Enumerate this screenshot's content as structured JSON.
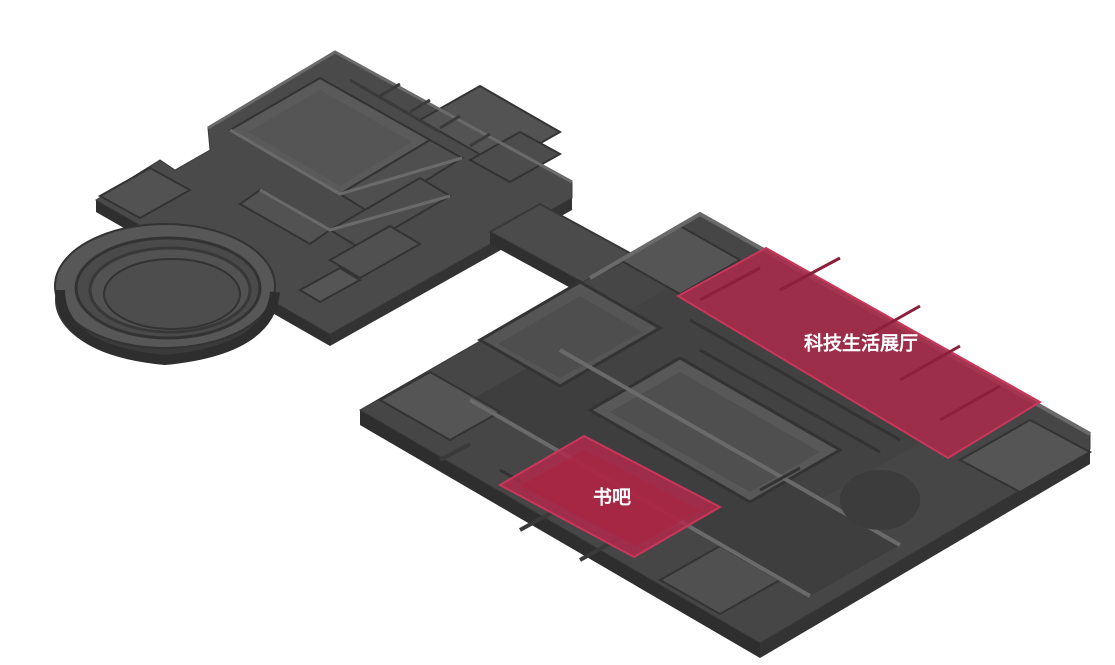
{
  "map": {
    "colors": {
      "background": "#ffffff",
      "floor": "#4a4a4a",
      "wall_top": "#5f5f5f",
      "wall_side": "#3a3a3a",
      "highlight": "#b02a4c",
      "label_text": "#ffffff"
    },
    "zones": [
      {
        "id": "tech-hall",
        "label": "科技生活展厅",
        "highlighted": true
      },
      {
        "id": "book-bar",
        "label": "书吧",
        "highlighted": true
      }
    ]
  }
}
